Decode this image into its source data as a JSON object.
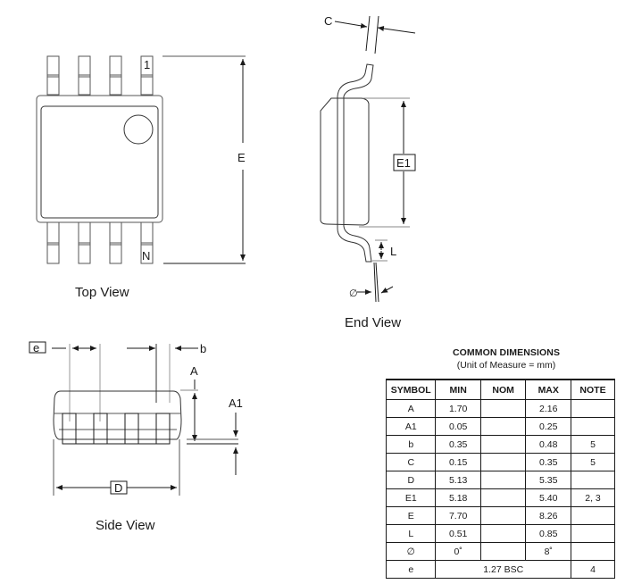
{
  "top_view": {
    "caption": "Top View",
    "pin1_label": "1",
    "pinN_label": "N",
    "dimension_E": "E"
  },
  "end_view": {
    "caption": "End View",
    "dimension_C": "C",
    "dimension_E1": "E1",
    "dimension_L": "L",
    "angle_symbol": "∅"
  },
  "side_view": {
    "caption": "Side View",
    "dimension_e": "e",
    "dimension_b": "b",
    "dimension_A": "A",
    "dimension_A1": "A1",
    "dimension_D": "D"
  },
  "dimensions_table": {
    "title": "COMMON DIMENSIONS",
    "subtitle": "(Unit of Measure = mm)",
    "headers": [
      "SYMBOL",
      "MIN",
      "NOM",
      "MAX",
      "NOTE"
    ],
    "rows": [
      {
        "symbol": "A",
        "min": "1.70",
        "nom": "",
        "max": "2.16",
        "note": ""
      },
      {
        "symbol": "A1",
        "min": "0.05",
        "nom": "",
        "max": "0.25",
        "note": ""
      },
      {
        "symbol": "b",
        "min": "0.35",
        "nom": "",
        "max": "0.48",
        "note": "5"
      },
      {
        "symbol": "C",
        "min": "0.15",
        "nom": "",
        "max": "0.35",
        "note": "5"
      },
      {
        "symbol": "D",
        "min": "5.13",
        "nom": "",
        "max": "5.35",
        "note": ""
      },
      {
        "symbol": "E1",
        "min": "5.18",
        "nom": "",
        "max": "5.40",
        "note": "2, 3"
      },
      {
        "symbol": "E",
        "min": "7.70",
        "nom": "",
        "max": "8.26",
        "note": ""
      },
      {
        "symbol": "L",
        "min": "0.51",
        "nom": "",
        "max": "0.85",
        "note": ""
      },
      {
        "symbol": "∅",
        "min": "0˚",
        "nom": "",
        "max": "8˚",
        "note": ""
      }
    ],
    "last_row": {
      "symbol": "e",
      "value": "1.27 BSC",
      "note": "4"
    }
  }
}
